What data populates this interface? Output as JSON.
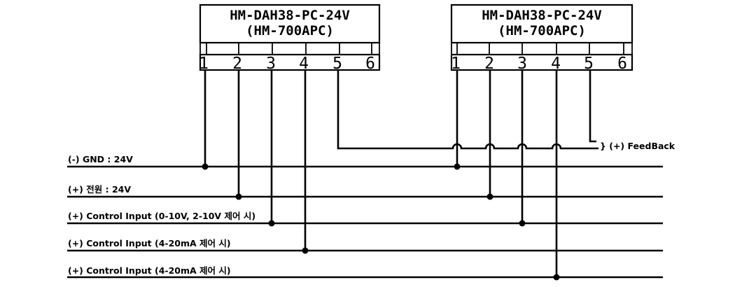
{
  "devices": [
    {
      "model": "HM-DAH38-PC-24V",
      "alias": "(HM-700APC)",
      "pins": [
        "1",
        "2",
        "3",
        "4",
        "5",
        "6"
      ]
    },
    {
      "model": "HM-DAH38-PC-24V",
      "alias": "(HM-700APC)",
      "pins": [
        "1",
        "2",
        "3",
        "4",
        "5",
        "6"
      ]
    }
  ],
  "lines": [
    {
      "label": "(-) GND : 24V"
    },
    {
      "label": "(+) 전원 : 24V"
    },
    {
      "label": "(+) Control Input (0-10V, 2-10V 제어 시)"
    },
    {
      "label": "(+) Control Input (4-20mA 제어 시)"
    },
    {
      "label": "(+) Control Input (4-20mA 제어 시)"
    }
  ],
  "feedback": {
    "label": "} (+) FeedBack"
  },
  "colors": {
    "ink": "#000000",
    "background": "#ffffff"
  }
}
